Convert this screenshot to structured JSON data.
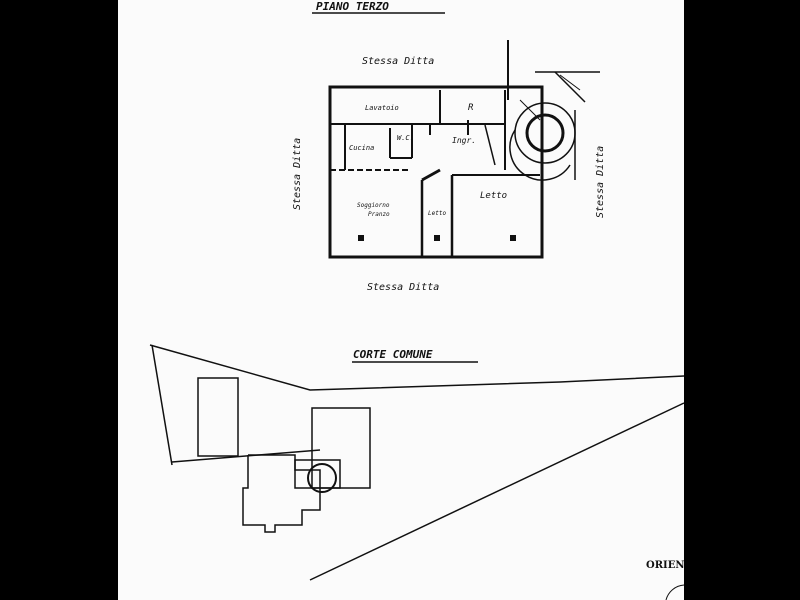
{
  "floor_title": "PIANO TERZO",
  "neighbors": {
    "top": "Stessa Ditta",
    "bottom": "Stessa Ditta",
    "left": "Stessa Ditta",
    "right": "Stessa Ditta"
  },
  "rooms": {
    "lavatoio": "Lavatoio",
    "r": "R",
    "wc": "W.C.",
    "cucina": "Cucina",
    "ingresso": "Ingr.",
    "soggiorno_line1": "Soggiorno",
    "soggiorno_line2": "Pranzo",
    "letto_small": "Letto",
    "letto_large": "Letto"
  },
  "site_title": "CORTE COMUNE",
  "orientation_label": "ORIEN"
}
